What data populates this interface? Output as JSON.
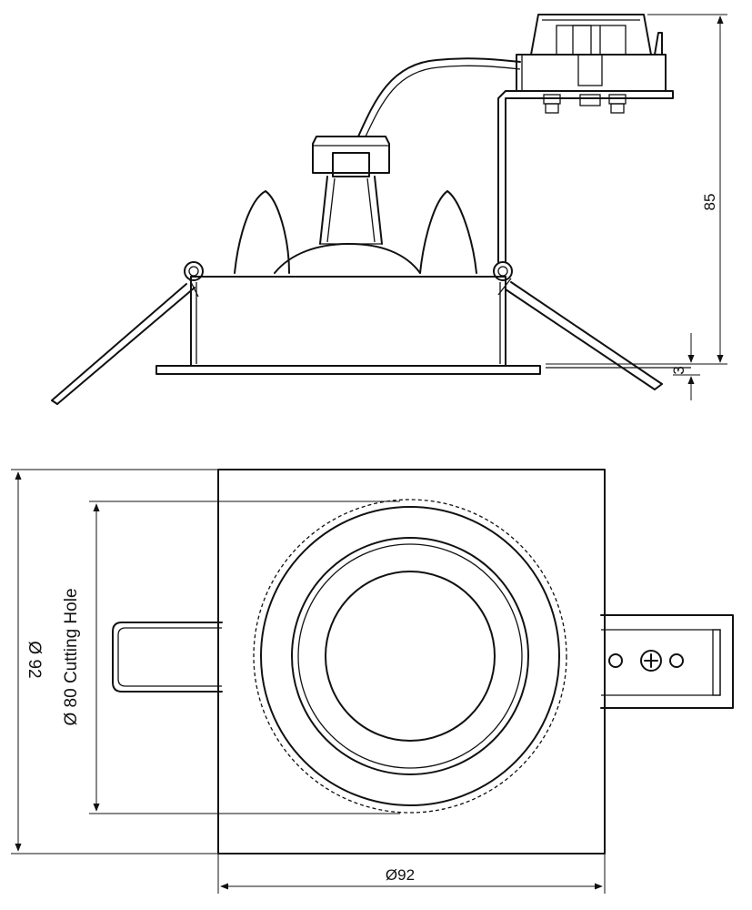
{
  "side_view": {
    "dim_height_label": "85",
    "dim_trim_label": "3"
  },
  "top_view": {
    "dim_width_label": "Ø92",
    "dim_height_label": "Ø 92",
    "cutting_hole_label": "Ø 80  Cutting Hole"
  },
  "colors": {
    "line": "#111111",
    "background": "#ffffff"
  }
}
